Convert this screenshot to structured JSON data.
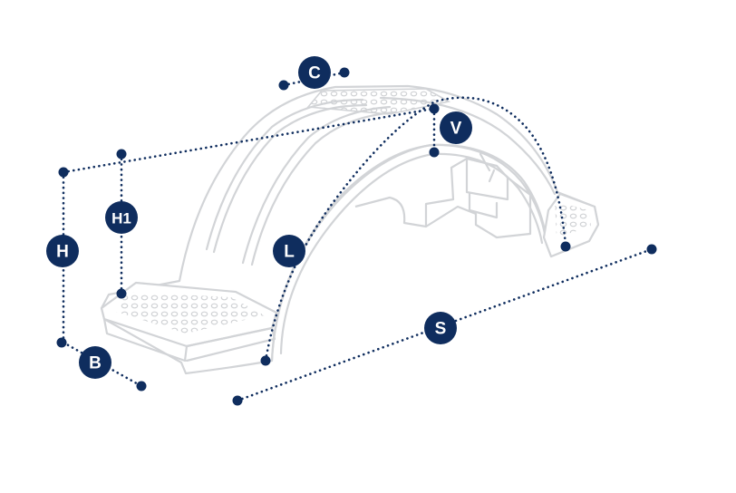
{
  "labels": {
    "C": "C",
    "V": "V",
    "H1": "H1",
    "H": "H",
    "L": "L",
    "B": "B",
    "S": "S"
  },
  "colors": {
    "marker": "#0f2d5e",
    "marker_text": "#ffffff",
    "outline": "#d2d4d7",
    "background": "#ffffff"
  }
}
